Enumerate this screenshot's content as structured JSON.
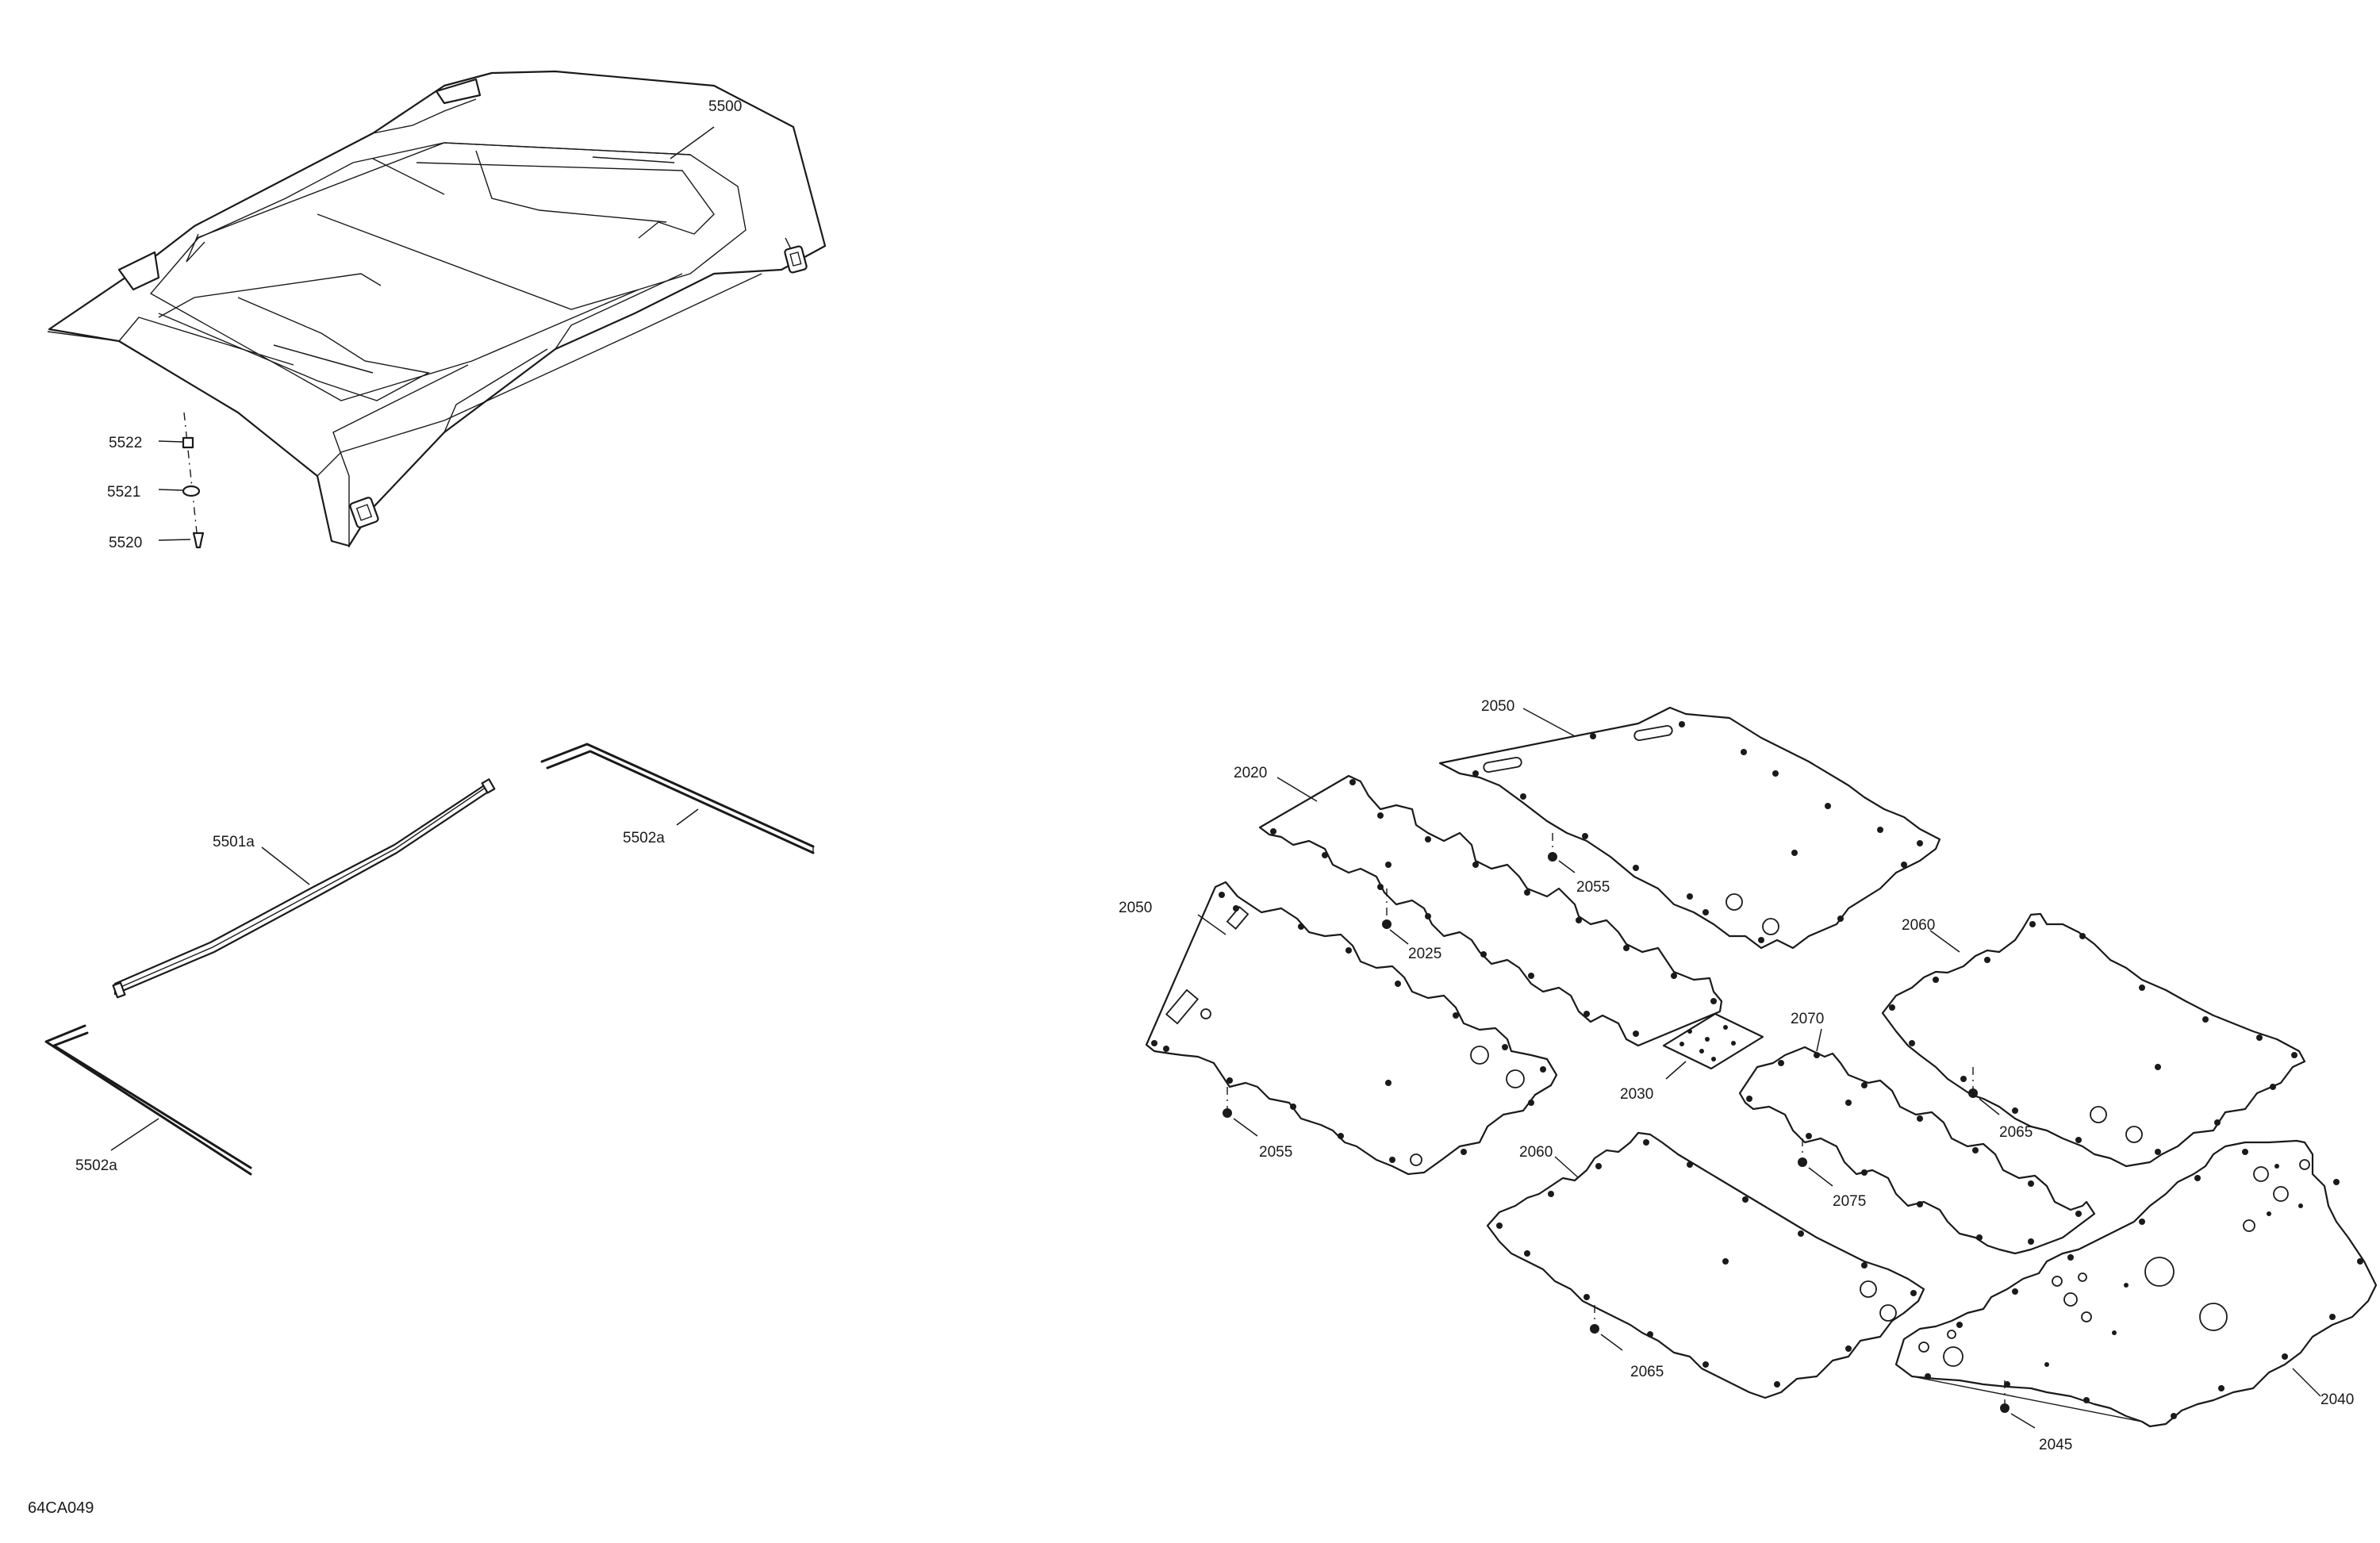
{
  "figure_id": "64CA049",
  "callouts": {
    "p5500": "5500",
    "p5522": "5522",
    "p5521": "5521",
    "p5520": "5520",
    "p5501a": "5501a",
    "p5502a_top": "5502a",
    "p5502a_bottom": "5502a",
    "p2050_top": "2050",
    "p2020": "2020",
    "p2055_top": "2055",
    "p2050_left": "2050",
    "p2025": "2025",
    "p2060_right": "2060",
    "p2070": "2070",
    "p2030": "2030",
    "p2065_right": "2065",
    "p2055_left": "2055",
    "p2060_bottom": "2060",
    "p2075": "2075",
    "p2065_bottom": "2065",
    "p2040": "2040",
    "p2045": "2045"
  }
}
